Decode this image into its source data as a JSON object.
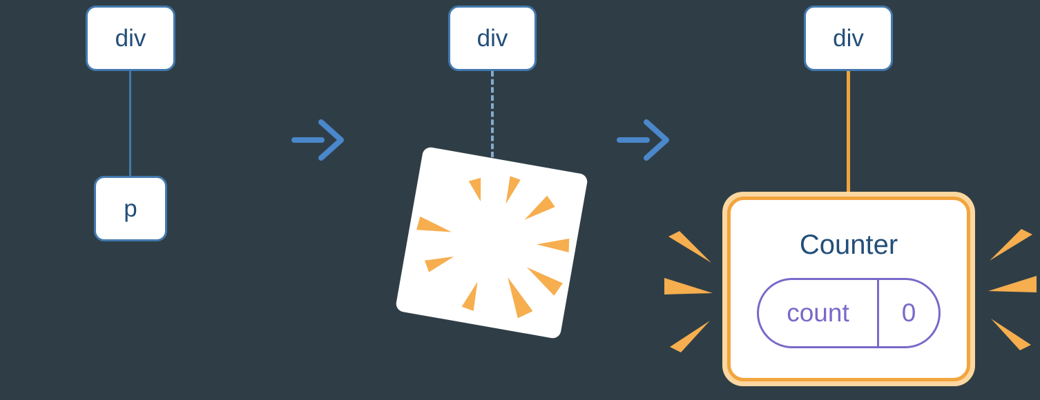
{
  "figure": {
    "stages": [
      {
        "id": "before",
        "root_label": "div",
        "child_label": "p"
      },
      {
        "id": "deleting",
        "root_label": "div"
      },
      {
        "id": "after",
        "root_label": "div",
        "component": {
          "title": "Counter",
          "state": {
            "key": "count",
            "value": "0"
          }
        }
      }
    ]
  },
  "icons": {
    "arrow": "right-arrow-icon",
    "poof": "poof-burst-icon",
    "sparkle_left": "sparkle-burst-left-icon",
    "sparkle_right": "sparkle-burst-right-icon"
  },
  "colors": {
    "background": "#2F3E46",
    "node_border_blue": "#4379AE",
    "node_text_navy": "#234E79",
    "dashed_edge_blue": "#85AACD",
    "arrow_blue": "#4A87CB",
    "accent_orange": "#F2A43D",
    "halo_orange": "#FCD7A0",
    "burst_orange": "#F6AE4F",
    "state_purple": "#7A68C9",
    "card_white": "#FFFFFF"
  }
}
